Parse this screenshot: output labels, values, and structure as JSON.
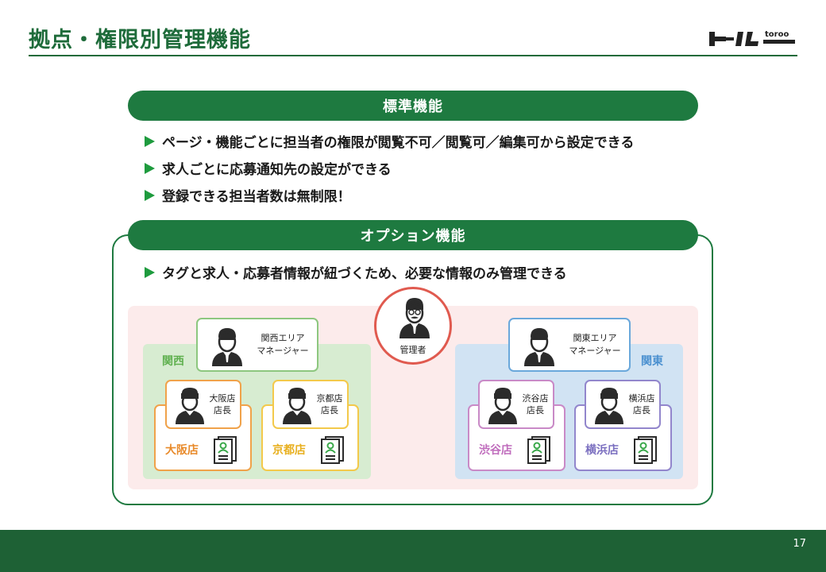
{
  "slide": {
    "title": "拠点・権限別管理機能",
    "logo_text": "toroo",
    "page_number": "17"
  },
  "standard": {
    "heading": "標準機能",
    "bullets": [
      "ページ・機能ごとに担当者の権限が閲覧不可／閲覧可／編集可から設定できる",
      "求人ごとに応募通知先の設定ができる",
      "登録できる担当者数は無制限！"
    ]
  },
  "option": {
    "heading": "オプション機能",
    "bullet": "タグと求人・応募者情報が紐づくため、必要な情報のみ管理できる"
  },
  "diagram": {
    "admin_label": "管理者",
    "regions": [
      {
        "name": "関西",
        "manager_line1": "関西エリア",
        "manager_line2": "マネージャー",
        "stores": [
          {
            "name": "大阪店",
            "manager_line1": "大阪店",
            "manager_line2": "店長"
          },
          {
            "name": "京都店",
            "manager_line1": "京都店",
            "manager_line2": "店長"
          }
        ]
      },
      {
        "name": "関東",
        "manager_line1": "関東エリア",
        "manager_line2": "マネージャー",
        "stores": [
          {
            "name": "渋谷店",
            "manager_line1": "渋谷店",
            "manager_line2": "店長"
          },
          {
            "name": "横浜店",
            "manager_line1": "横浜店",
            "manager_line2": "店長"
          }
        ]
      }
    ]
  },
  "colors": {
    "brand_green": "#1e7a40",
    "admin_red": "#e05a4f",
    "kansai_green": "#8dc77f",
    "kanto_blue": "#6aa8db",
    "osaka_orange": "#f0a24a",
    "kyoto_yellow": "#f3c94b",
    "shibuya_purple": "#c98ac7",
    "yokohama_violet": "#9286cc"
  }
}
